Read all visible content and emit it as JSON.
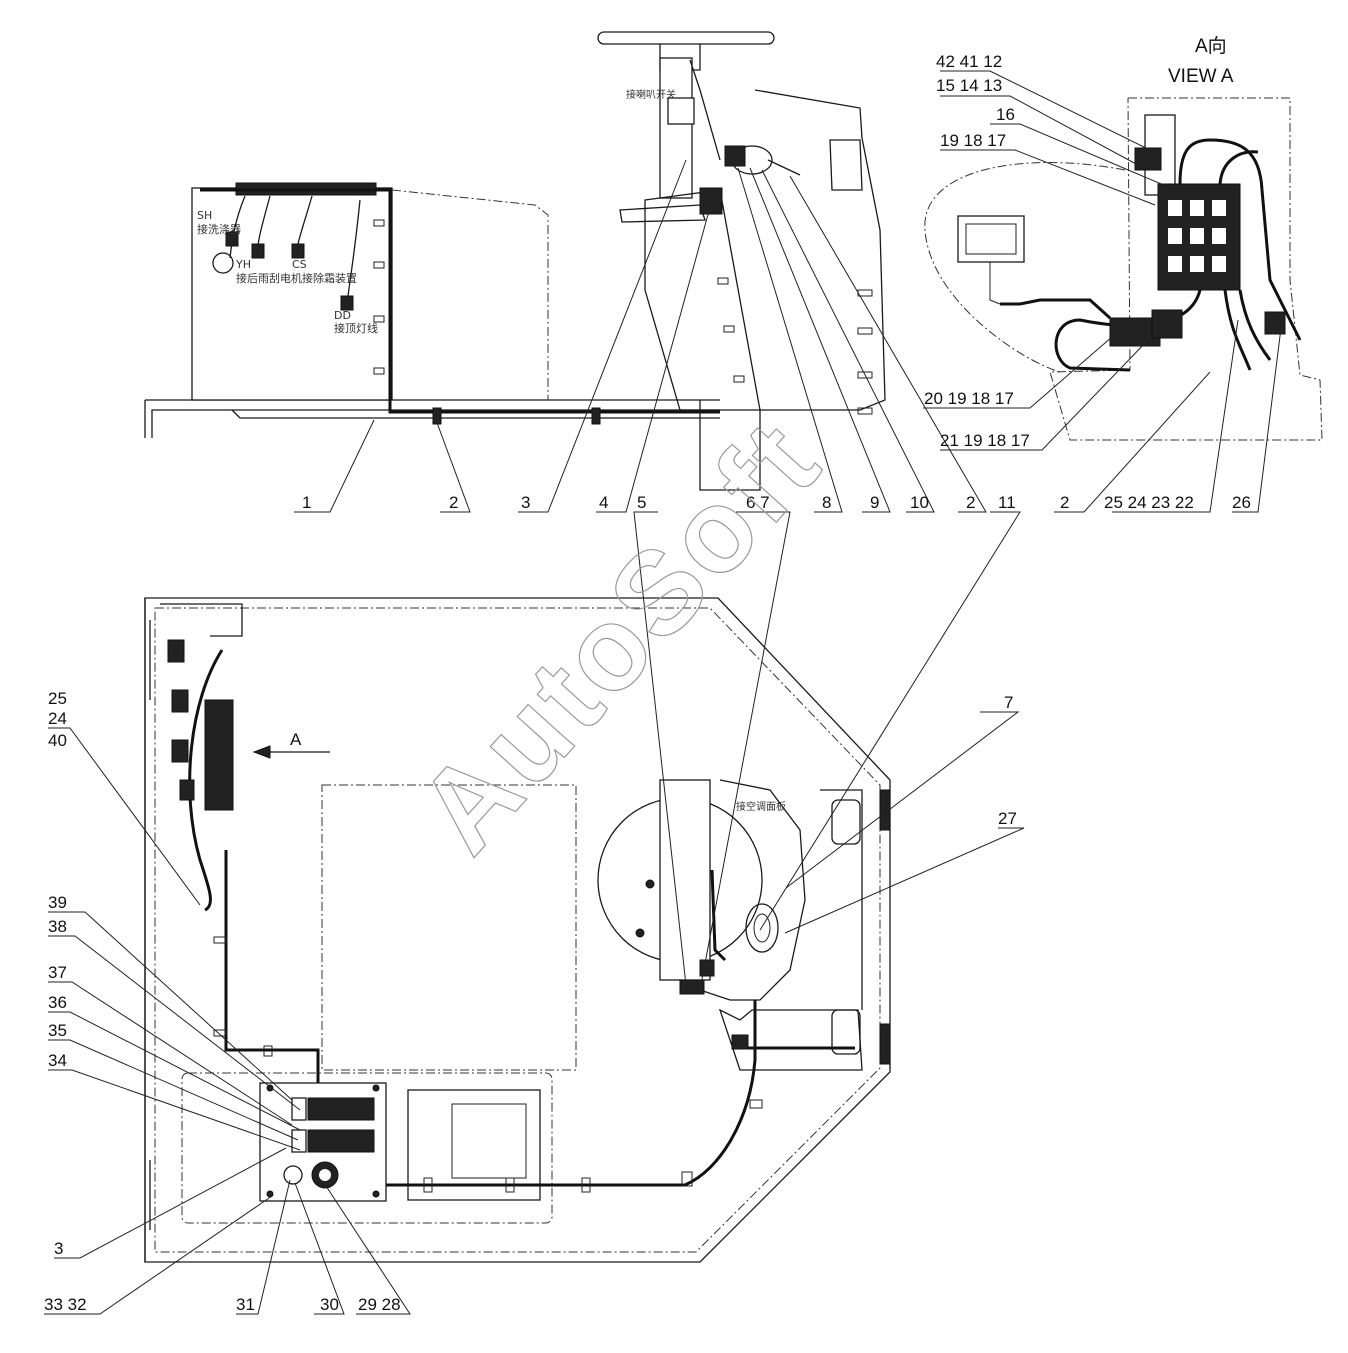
{
  "view": {
    "title_cn": "A向",
    "title_en": "VIEW A",
    "arrow_label": "A"
  },
  "annotations": {
    "sh_code": "SH",
    "sh_text": "接洗涤器",
    "yh_code": "YH",
    "yh_text": "接后雨刮电机",
    "cs_code": "CS",
    "cs_text": "接除霜装置",
    "dd_code": "DD",
    "dd_text": "接顶灯线",
    "horn_switch": "接喇叭开关",
    "ac_panel": "接空调面板"
  },
  "callouts": {
    "c1": "1",
    "c2": "2",
    "c3": "3",
    "c4": "4",
    "c5": "5",
    "c6_7": "6 7",
    "c8": "8",
    "c9": "9",
    "c10": "10",
    "c2b": "2",
    "c11": "11",
    "c2c": "2",
    "c25_22": "25 24 23 22",
    "c26": "26",
    "c42_12": "42 41 12",
    "c15_13": "15 14 13",
    "c16": "16",
    "c19_17": "19 18 17",
    "c20_17": "20 19 18 17",
    "c21_17": "21 19 18 17",
    "c25": "25",
    "c24": "24",
    "c40": "40",
    "c39": "39",
    "c38": "38",
    "c37": "37",
    "c36": "36",
    "c35": "35",
    "c34": "34",
    "c3b": "3",
    "c33_32": "33 32",
    "c31": "31",
    "c30": "30",
    "c29_28": "29 28",
    "c7b": "7",
    "c27": "27"
  },
  "watermark": "AutoSoft"
}
